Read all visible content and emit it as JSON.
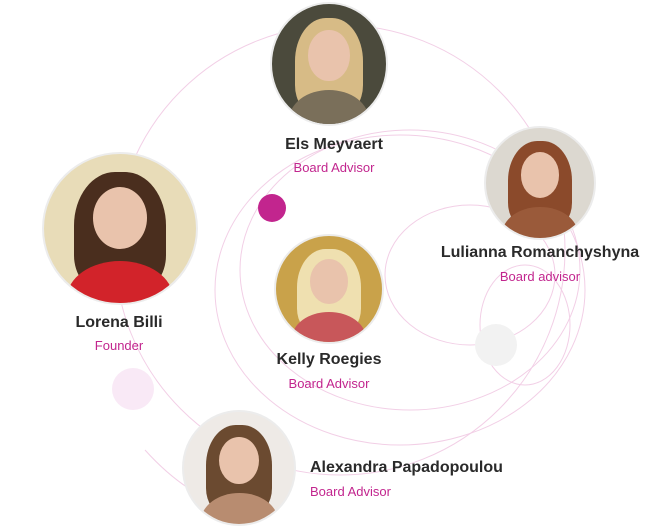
{
  "team": [
    {
      "name": "Els Meyvaert",
      "role": "Board Advisor"
    },
    {
      "name": "Lorena Billi",
      "role": "Founder"
    },
    {
      "name": "Lulianna Romanchyshyna",
      "role": "Board advisor"
    },
    {
      "name": "Kelly Roegies",
      "role": "Board Advisor"
    },
    {
      "name": "Alexandra Papadopoulou",
      "role": "Board Advisor"
    }
  ],
  "colors": {
    "accent": "#c2258e",
    "orbit": "#f2cfe6",
    "dot_grey": "#f2f2f2",
    "dot_pink": "#f9e9f6"
  }
}
